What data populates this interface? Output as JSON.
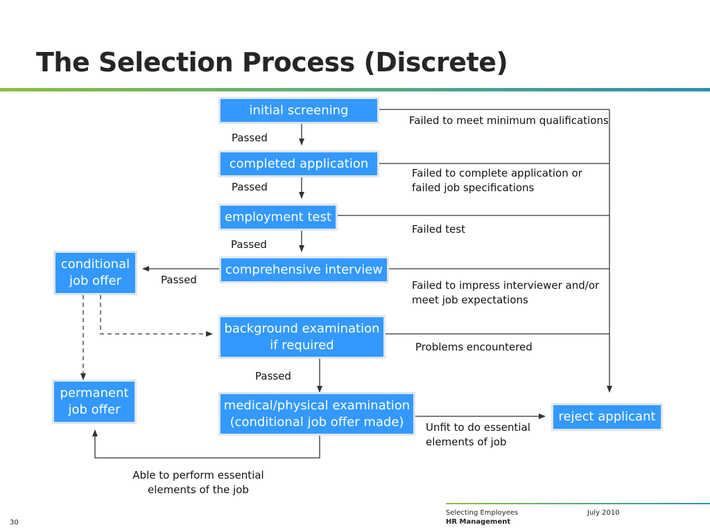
{
  "slide": {
    "title": "The Selection Process (Discrete)",
    "page_number": "30"
  },
  "boxes": {
    "initial_screening": "initial screening",
    "completed_application": "completed application",
    "employment_test": "employment test",
    "comprehensive_interview": "comprehensive interview",
    "background_examination": "background examination\nif required",
    "medical_examination": "medical/physical examination\n(conditional job offer made)",
    "conditional_job_offer": "conditional\njob offer",
    "permanent_job_offer": "permanent\njob offer",
    "reject_applicant": "reject applicant"
  },
  "labels": {
    "passed_1": "Passed",
    "passed_2": "Passed",
    "passed_3": "Passed",
    "passed_4": "Passed",
    "passed_5": "Passed",
    "fail_screening": "Failed to meet minimum qualifications",
    "fail_application": "Failed to complete application or\nfailed job specifications",
    "fail_test": "Failed test",
    "fail_interview": "Failed to impress interviewer and/or\nmeet job expectations",
    "fail_background": "Problems encountered",
    "fail_medical": "Unfit to do essential\nelements of job",
    "able_to_perform": "Able to perform essential\nelements of the job"
  },
  "footer": {
    "course": "Selecting Employees",
    "date": "July 2010",
    "subject": "HR Management"
  },
  "colors": {
    "box_fill": "#3399ff",
    "box_border": "#dde6ee",
    "title_text": "#262626",
    "connector": "#333333"
  }
}
